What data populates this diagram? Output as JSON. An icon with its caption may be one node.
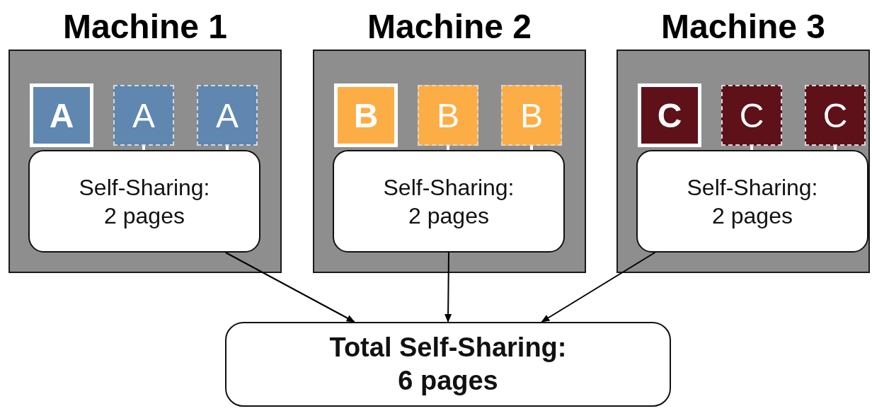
{
  "diagram": {
    "nodes": [
      {
        "text": [
          "Machine 1"
        ]
      },
      {
        "text": [
          "A"
        ],
        "in": 0
      },
      {
        "text": [
          "A"
        ],
        "in": 0
      },
      {
        "text": [
          "A"
        ],
        "in": 0
      },
      {
        "text": [
          "Self-Sharing: 2 pages"
        ],
        "in": 0
      },
      {
        "text": [
          "Machine 2"
        ]
      },
      {
        "text": [
          "B"
        ],
        "in": 5
      },
      {
        "text": [
          "B"
        ],
        "in": 5
      },
      {
        "text": [
          "B"
        ],
        "in": 5
      },
      {
        "text": [
          "Self-Sharing: 2 pages"
        ],
        "in": 5
      },
      {
        "text": [
          "Machine 3"
        ]
      },
      {
        "text": [
          "C"
        ],
        "in": 10
      },
      {
        "text": [
          "C"
        ],
        "in": 10
      },
      {
        "text": [
          "C"
        ],
        "in": 10
      },
      {
        "text": [
          "Self-Sharing: 2 pages"
        ],
        "in": 10
      },
      {
        "text": [
          "Total Self-Sharing: 6 pages"
        ]
      }
    ],
    "edges": [
      {
        "from": 2,
        "to": 4,
        "arrow": "none"
      },
      {
        "from": 3,
        "to": 4,
        "arrow": "none"
      },
      {
        "from": 7,
        "to": 9,
        "arrow": "none"
      },
      {
        "from": 8,
        "to": 9,
        "arrow": "none"
      },
      {
        "from": 12,
        "to": 14,
        "arrow": "none"
      },
      {
        "from": 13,
        "to": 14,
        "arrow": "none"
      },
      {
        "from": 4,
        "to": 15,
        "arrow": "to",
        "color": "#000000"
      },
      {
        "from": 9,
        "to": 15,
        "arrow": "to",
        "color": "#000000"
      },
      {
        "from": 14,
        "to": 15,
        "arrow": "to",
        "color": "#000000"
      }
    ]
  }
}
